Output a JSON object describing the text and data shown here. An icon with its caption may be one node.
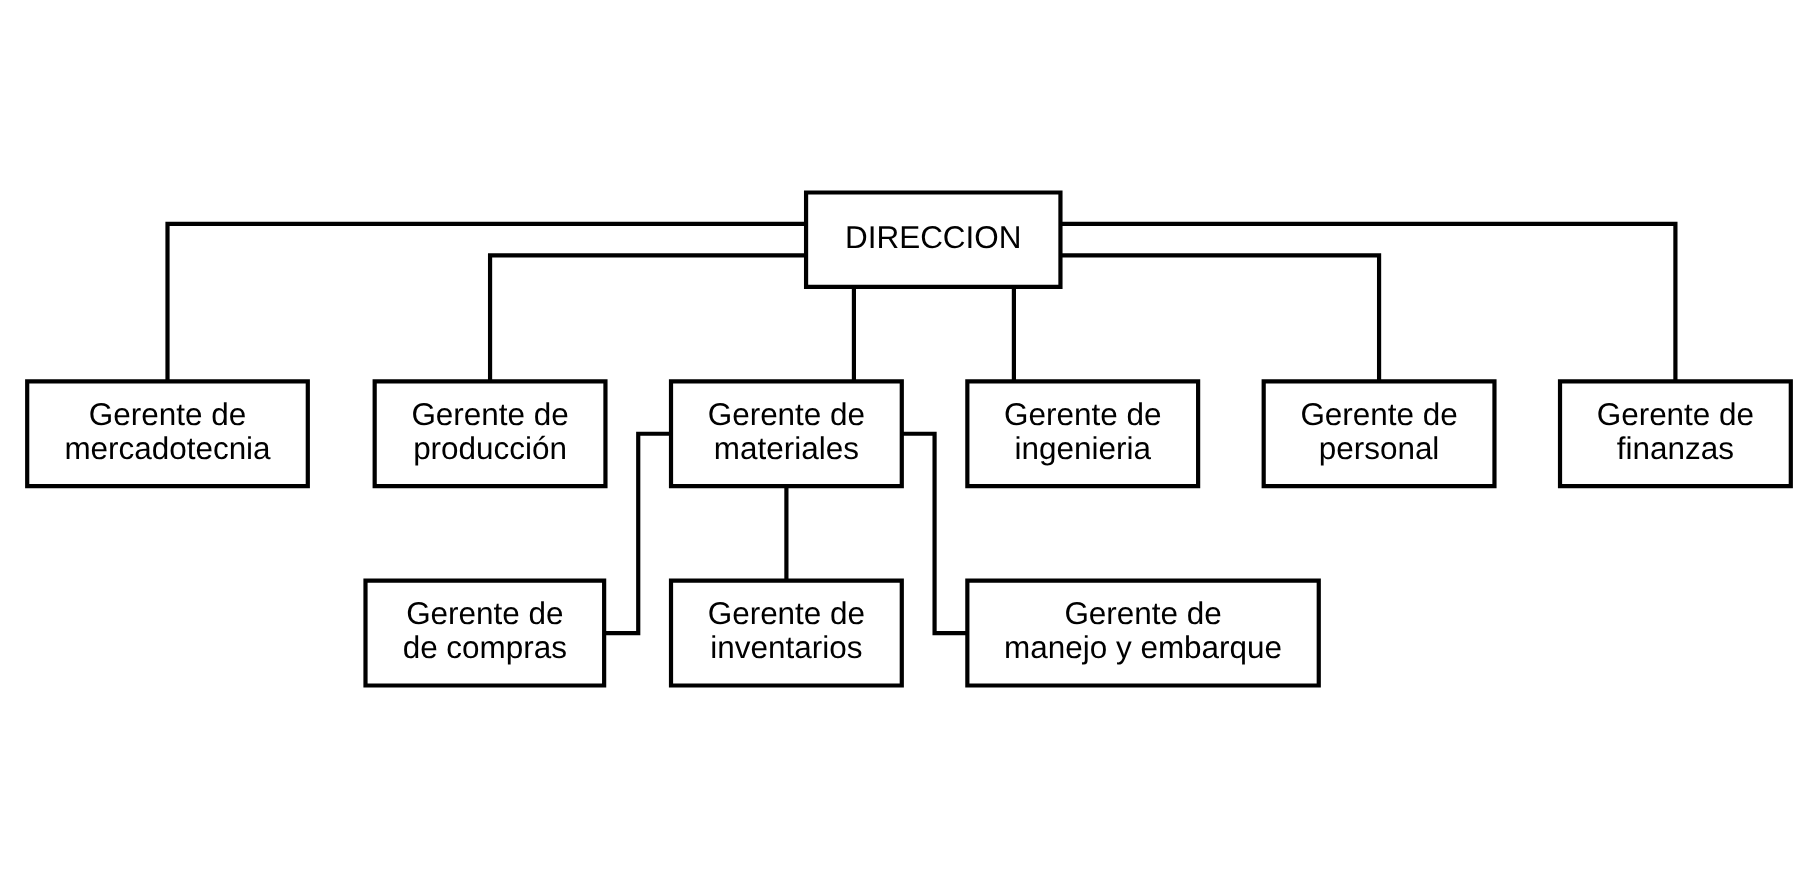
{
  "diagram": {
    "nodes": [
      {
        "text": [
          "DIRECCION"
        ]
      },
      {
        "text": [
          "Gerente de mercadotecnia"
        ]
      },
      {
        "text": [
          "Gerente de producción"
        ]
      },
      {
        "text": [
          "Gerente de materiales"
        ]
      },
      {
        "text": [
          "Gerente de ingenieria"
        ]
      },
      {
        "text": [
          "Gerente de personal"
        ]
      },
      {
        "text": [
          "Gerente de finanzas"
        ]
      },
      {
        "text": [
          "Gerente de de compras"
        ]
      },
      {
        "text": [
          "Gerente de inventarios"
        ]
      },
      {
        "text": [
          "Gerente de manejo y embarque"
        ]
      }
    ],
    "edges": [
      {
        "from": 0,
        "to": 1,
        "arrow": "none"
      },
      {
        "from": 0,
        "to": 2,
        "arrow": "none"
      },
      {
        "from": 0,
        "to": 3,
        "arrow": "none"
      },
      {
        "from": 0,
        "to": 4,
        "arrow": "none"
      },
      {
        "from": 0,
        "to": 5,
        "arrow": "none"
      },
      {
        "from": 0,
        "to": 6,
        "arrow": "none"
      },
      {
        "from": 3,
        "to": 7,
        "arrow": "none"
      },
      {
        "from": 3,
        "to": 8,
        "arrow": "none"
      },
      {
        "from": 3,
        "to": 9,
        "arrow": "none"
      }
    ]
  }
}
